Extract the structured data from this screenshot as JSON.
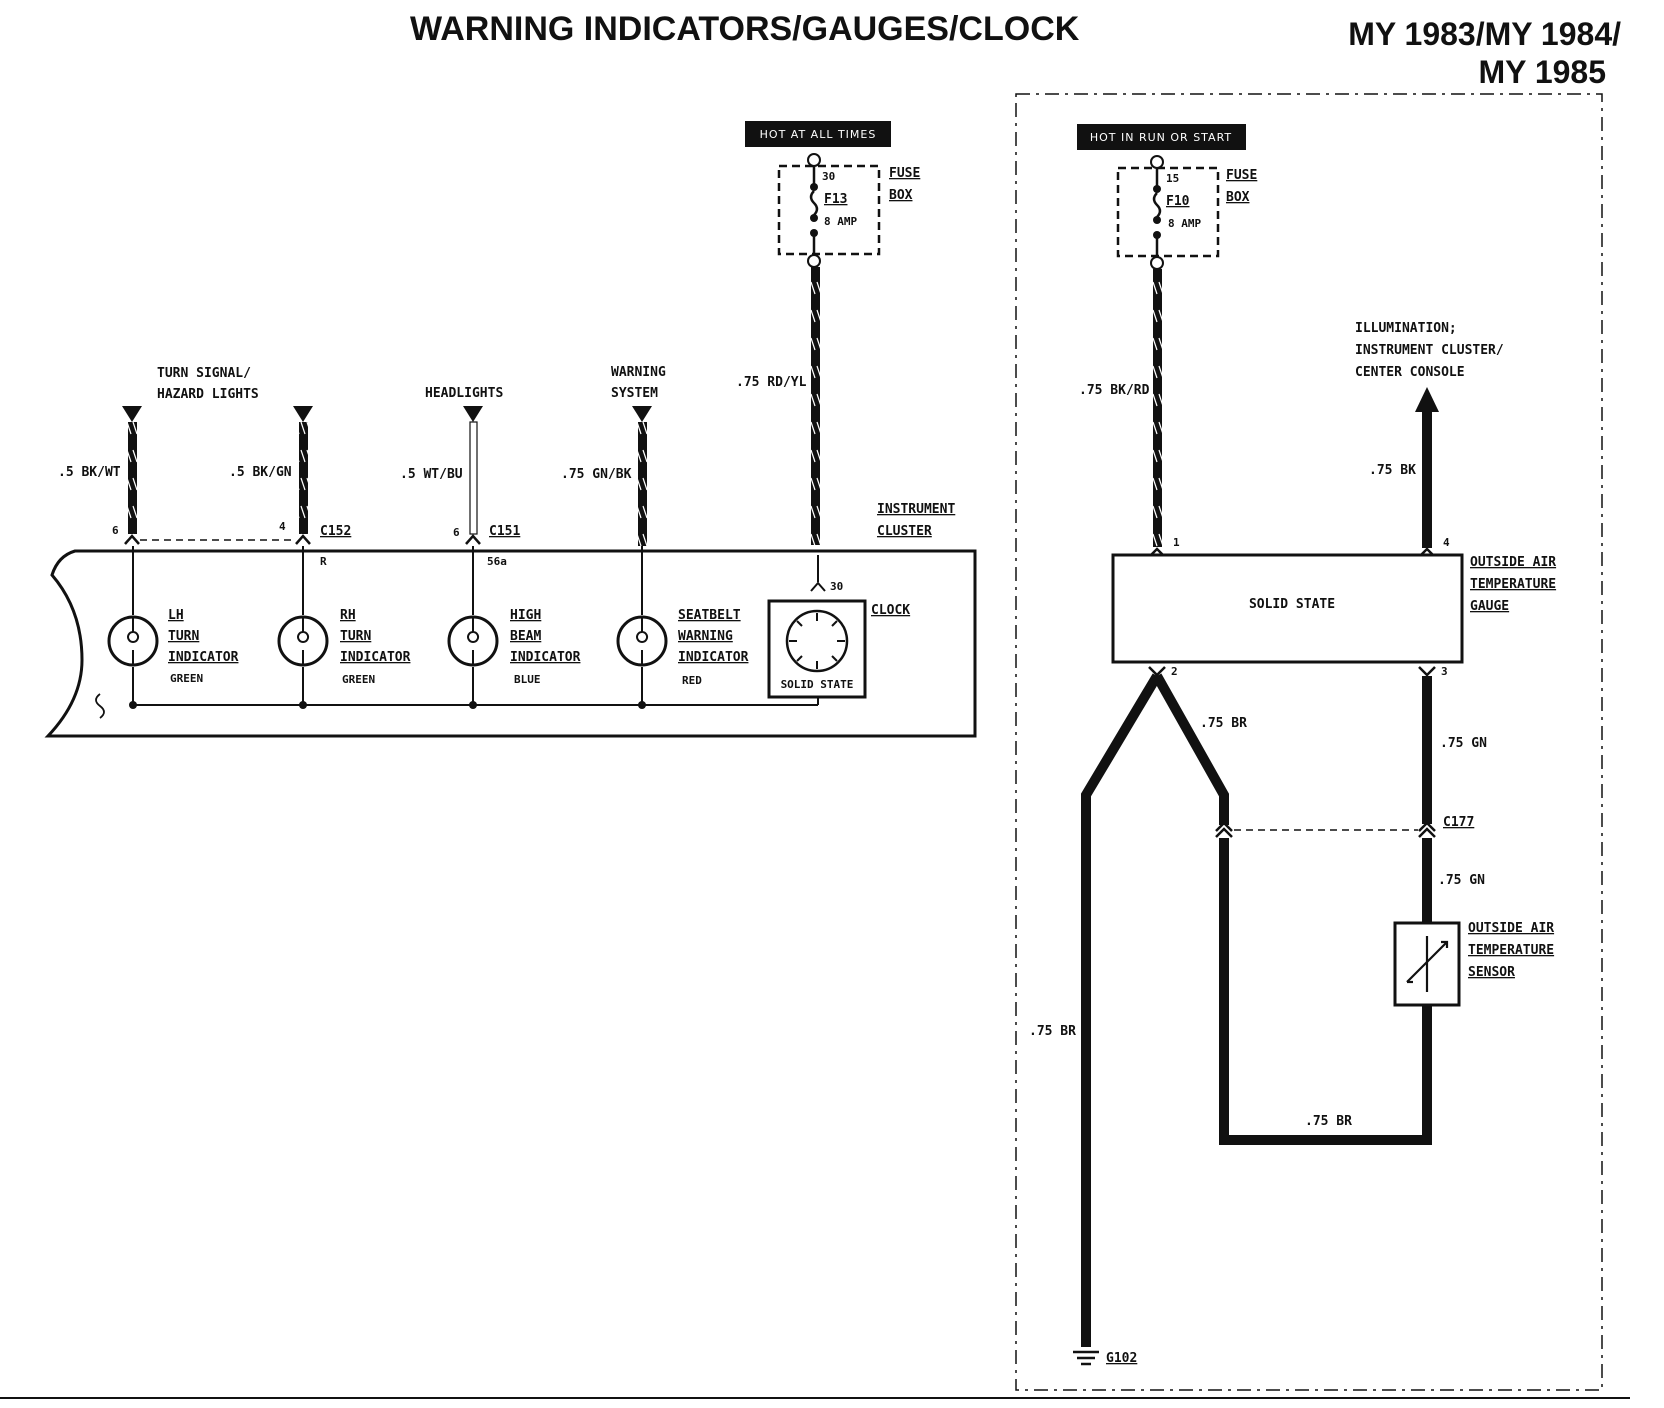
{
  "title": "WARNING INDICATORS/GAUGES/CLOCK",
  "model_years": [
    "MY 1983/MY 1984/",
    "MY 1985"
  ],
  "left": {
    "power_tag": "HOT AT ALL TIMES",
    "fuse_box_label": [
      "FUSE",
      "BOX"
    ],
    "fuse_pin_top": "30",
    "fuse_name": "F13",
    "fuse_rating": "8 AMP",
    "clock_wire": ".75 RD/YL",
    "cluster_label": [
      "INSTRUMENT",
      "CLUSTER"
    ],
    "clock_label": "CLOCK",
    "clock_pin": "30",
    "clock_inner": "SOLID STATE",
    "sources": {
      "turn": [
        "TURN SIGNAL/",
        "HAZARD LIGHTS"
      ],
      "headlights": "HEADLIGHTS",
      "warning": [
        "WARNING",
        "SYSTEM"
      ]
    },
    "wires": {
      "lh": ".5 BK/WT",
      "rh": ".5 BK/GN",
      "hb": ".5 WT/BU",
      "sb": ".75 GN/BK"
    },
    "pins": {
      "lh": "6",
      "rh": "4",
      "rh_inner": "R",
      "hb": "6",
      "hb_inner": "56a"
    },
    "connectors": {
      "c152": "C152",
      "c151": "C151"
    },
    "indicators": [
      {
        "lines": [
          "LH",
          "TURN",
          "INDICATOR"
        ],
        "color": "GREEN"
      },
      {
        "lines": [
          "RH",
          "TURN",
          "INDICATOR"
        ],
        "color": "GREEN"
      },
      {
        "lines": [
          "HIGH",
          "BEAM",
          "INDICATOR"
        ],
        "color": "BLUE"
      },
      {
        "lines": [
          "SEATBELT",
          "WARNING",
          "INDICATOR"
        ],
        "color": "RED"
      }
    ]
  },
  "right": {
    "power_tag": "HOT IN RUN OR START",
    "fuse_box_label": [
      "FUSE",
      "BOX"
    ],
    "fuse_pin_top": "15",
    "fuse_name": "F10",
    "fuse_rating": "8 AMP",
    "feed_wire": ".75 BK/RD",
    "illum_label": [
      "ILLUMINATION;",
      "INSTRUMENT CLUSTER/",
      "CENTER CONSOLE"
    ],
    "illum_wire": ".75 BK",
    "gauge_inner": "SOLID STATE",
    "gauge_label": [
      "OUTSIDE AIR",
      "TEMPERATURE",
      "GAUGE"
    ],
    "pins": {
      "p1": "1",
      "p2": "2",
      "p3": "3",
      "p4": "4"
    },
    "wire_br_1": ".75 BR",
    "wire_gn_1": ".75 GN",
    "connector": "C177",
    "wire_gn_2": ".75 GN",
    "sensor_label": [
      "OUTSIDE AIR",
      "TEMPERATURE",
      "SENSOR"
    ],
    "wire_br_ground": ".75 BR",
    "wire_br_bottom": ".75 BR",
    "ground": "G102"
  }
}
